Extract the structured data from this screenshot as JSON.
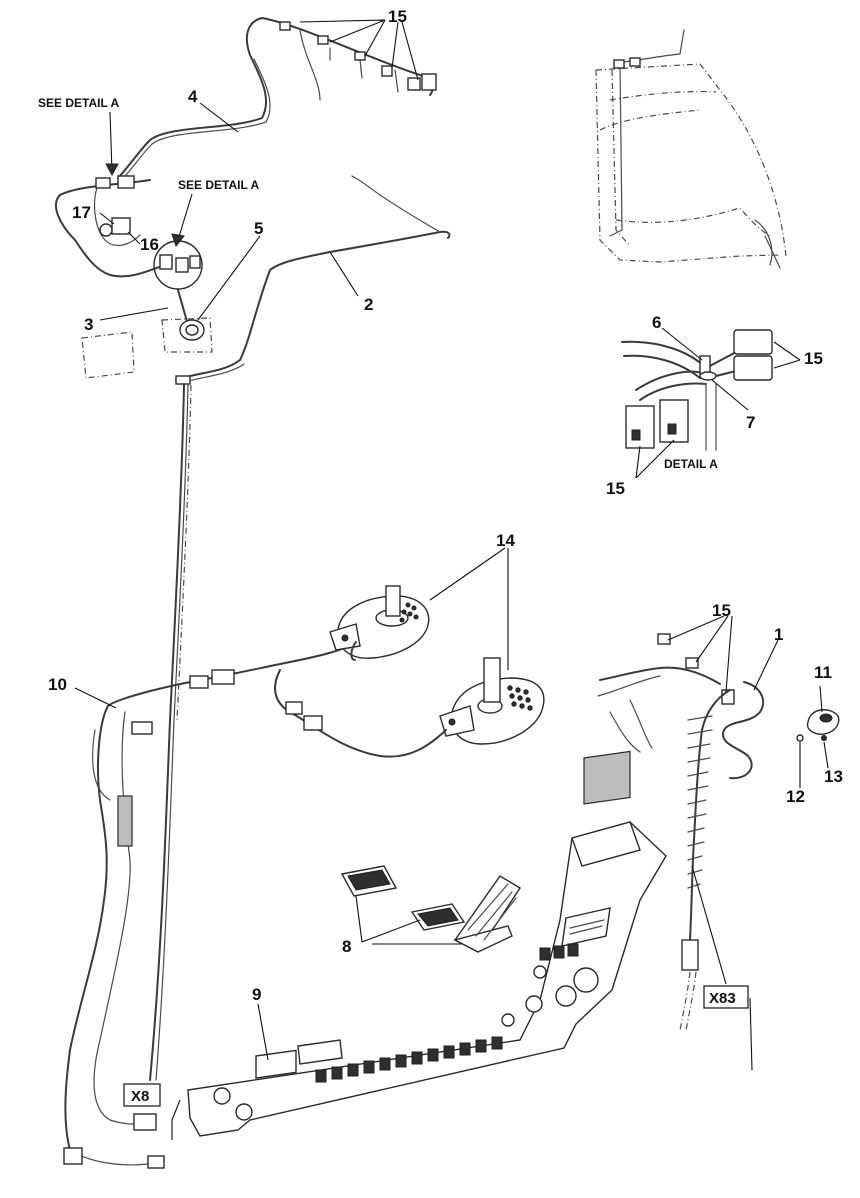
{
  "notes": {
    "see_detail_left": "SEE DETAIL A",
    "see_detail_mid": "SEE DETAIL A",
    "detail_title": "DETAIL A"
  },
  "callouts": {
    "c1": "1",
    "c2": "2",
    "c3": "3",
    "c4": "4",
    "c5": "5",
    "c6": "6",
    "c7": "7",
    "c8": "8",
    "c9": "9",
    "c10": "10",
    "c11": "11",
    "c12": "12",
    "c13": "13",
    "c14": "14",
    "c15_top": "15",
    "c15_detail_right": "15",
    "c15_detail_bottom": "15",
    "c15_right_harness": "15",
    "c16": "16",
    "c17": "17"
  },
  "connectors": {
    "x8": "X8",
    "x83": "X83"
  }
}
